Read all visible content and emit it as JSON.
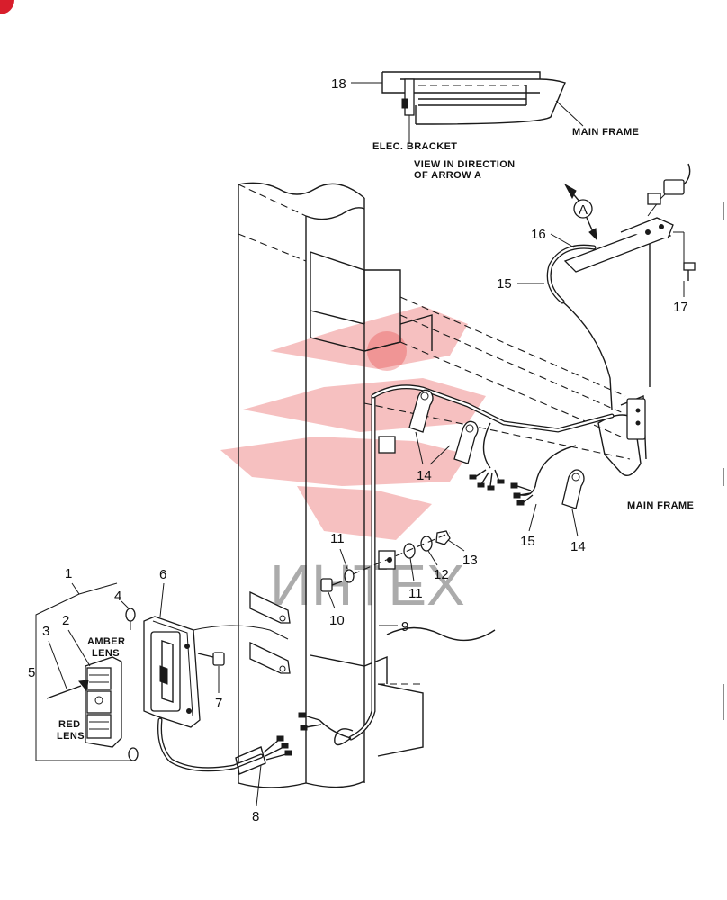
{
  "watermark": {
    "text": "ИНТЕХ",
    "logo_color": "#e23b3b"
  },
  "labels": {
    "main_frame_top": "MAIN FRAME",
    "elec_bracket": "ELEC. BRACKET",
    "view_line1": "VIEW IN DIRECTION",
    "view_line2": "OF ARROW A",
    "arrow_a": "A",
    "main_frame_right": "MAIN FRAME",
    "amber_line1": "AMBER",
    "amber_line2": "LENS",
    "red_line1": "RED",
    "red_line2": "LENS"
  },
  "callouts": [
    "1",
    "2",
    "3",
    "4",
    "5",
    "6",
    "7",
    "8",
    "9",
    "10",
    "11",
    "11",
    "12",
    "13",
    "14",
    "14",
    "15",
    "15",
    "16",
    "17",
    "18"
  ]
}
